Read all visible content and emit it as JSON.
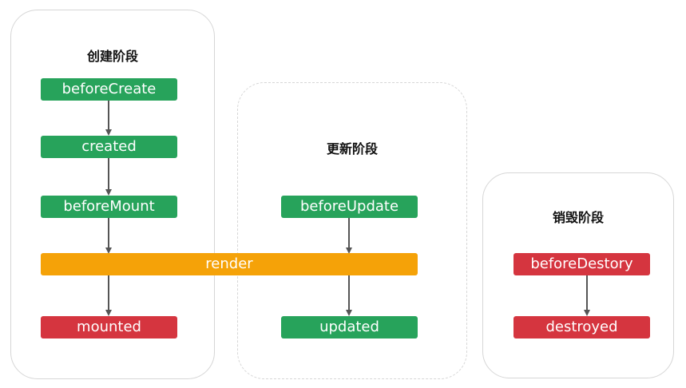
{
  "panels": {
    "create": {
      "title": "创建阶段"
    },
    "update": {
      "title": "更新阶段"
    },
    "destroy": {
      "title": "销毁阶段"
    }
  },
  "nodes": {
    "beforeCreate": "beforeCreate",
    "created": "created",
    "beforeMount": "beforeMount",
    "render": "render",
    "mounted": "mounted",
    "beforeUpdate": "beforeUpdate",
    "updated": "updated",
    "beforeDestory": "beforeDestory",
    "destroyed": "destroyed"
  },
  "colors": {
    "green": "#27a35b",
    "red": "#d5353f",
    "orange": "#f5a208",
    "arrow": "#555555",
    "panel_border": "#d6d6d6"
  }
}
